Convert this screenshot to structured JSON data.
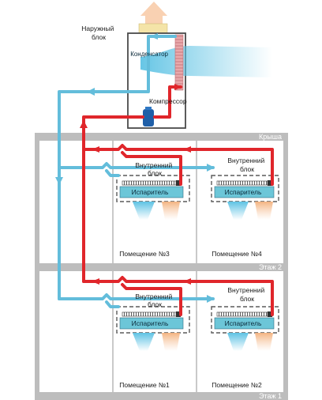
{
  "labels": {
    "outdoor_unit": [
      "Наружный",
      "блок"
    ],
    "condenser": "Конденсатор",
    "compressor": "Компрессор",
    "roof": "Крыша",
    "floor2": "Этаж 2",
    "floor1": "Этаж 1",
    "indoor_unit_left_top": [
      "Внутренний",
      "блок"
    ],
    "indoor_unit_right_top": [
      "Внутренний",
      "блок"
    ],
    "indoor_unit_left_bottom": [
      "Внутренний",
      "блок"
    ],
    "indoor_unit_right_bottom": [
      "Внутренний",
      "блок"
    ],
    "evaporator": "Испаритель",
    "room1": "Помещение №1",
    "room2": "Помещение №2",
    "room3": "Помещение №3",
    "room4": "Помещение №4"
  },
  "colors": {
    "hot_line": "#e0262b",
    "cold_line": "#63bddb",
    "building": "#b9b9b9",
    "coil": "#6cc6d8",
    "compressor": "#1f5fa8",
    "condenser_coil": "#e7a9a9"
  }
}
